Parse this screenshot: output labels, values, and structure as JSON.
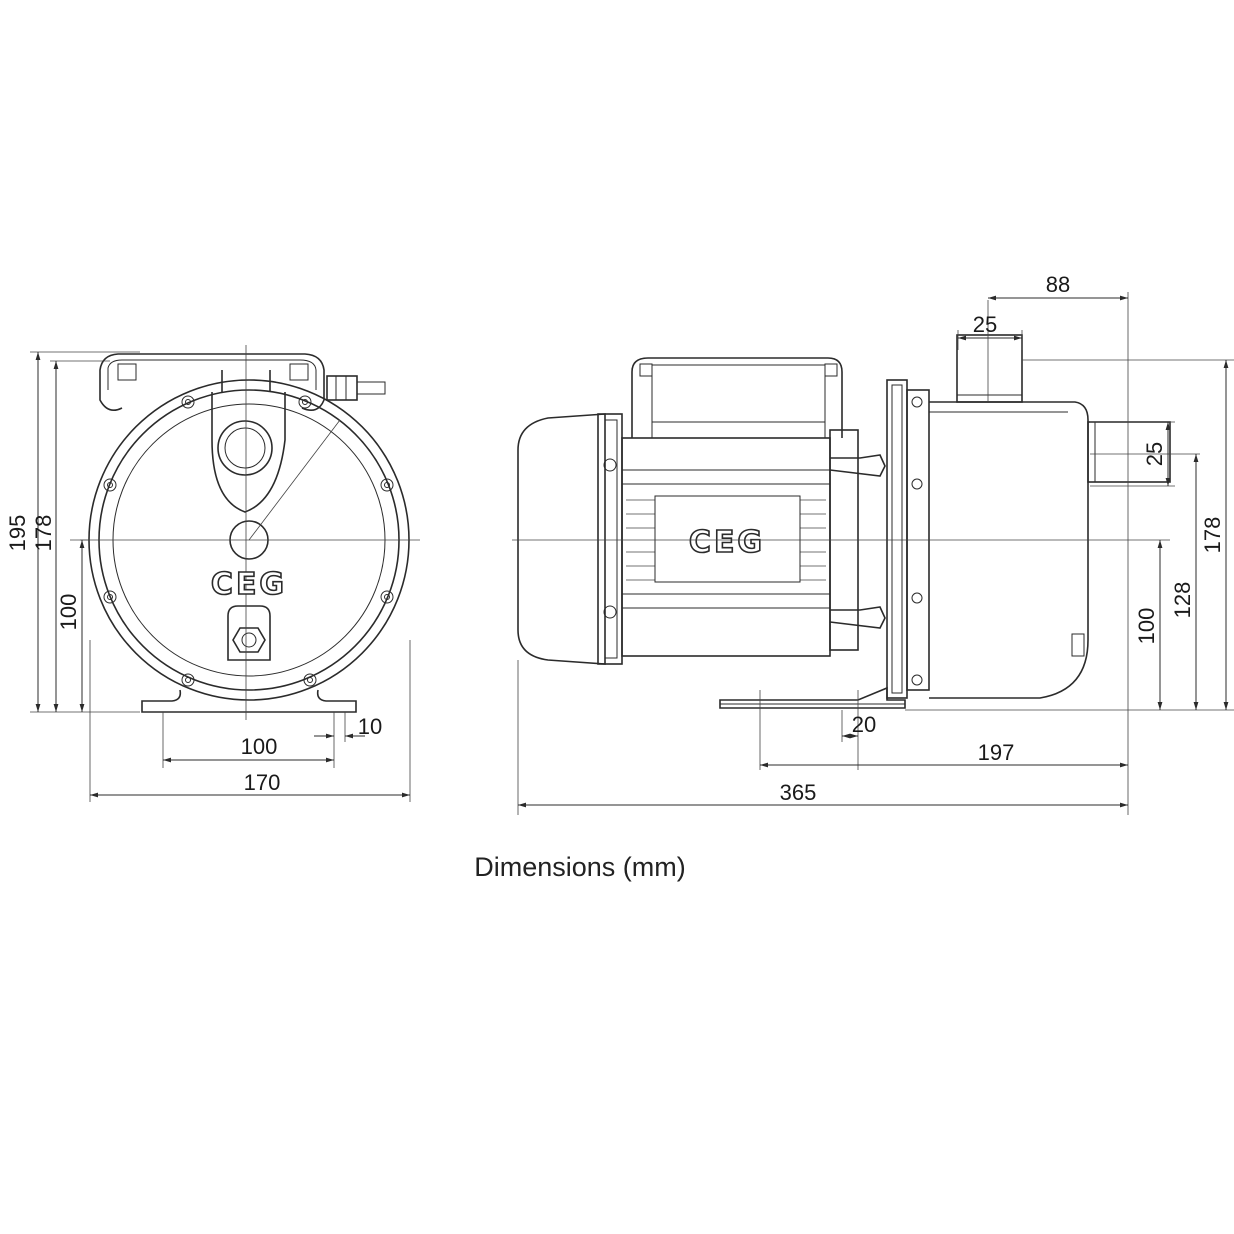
{
  "caption": "Dimensions (mm)",
  "logos": {
    "front": "CEG",
    "side": "CEG"
  },
  "front_view": {
    "dim_overall_height": "195",
    "dim_body_height": "178",
    "dim_shaft_height": "100",
    "dim_base_holes": "100",
    "dim_base_width": "170",
    "dim_base_edge": "10"
  },
  "side_view": {
    "dim_outlet_offset": "88",
    "dim_outlet_diameter": "25",
    "dim_inlet_diameter": "25",
    "dim_body_height": "178",
    "dim_inlet_height": "128",
    "dim_shaft_height": "100",
    "dim_foot_gap": "20",
    "dim_foot_to_end": "197",
    "dim_total_length": "365"
  }
}
